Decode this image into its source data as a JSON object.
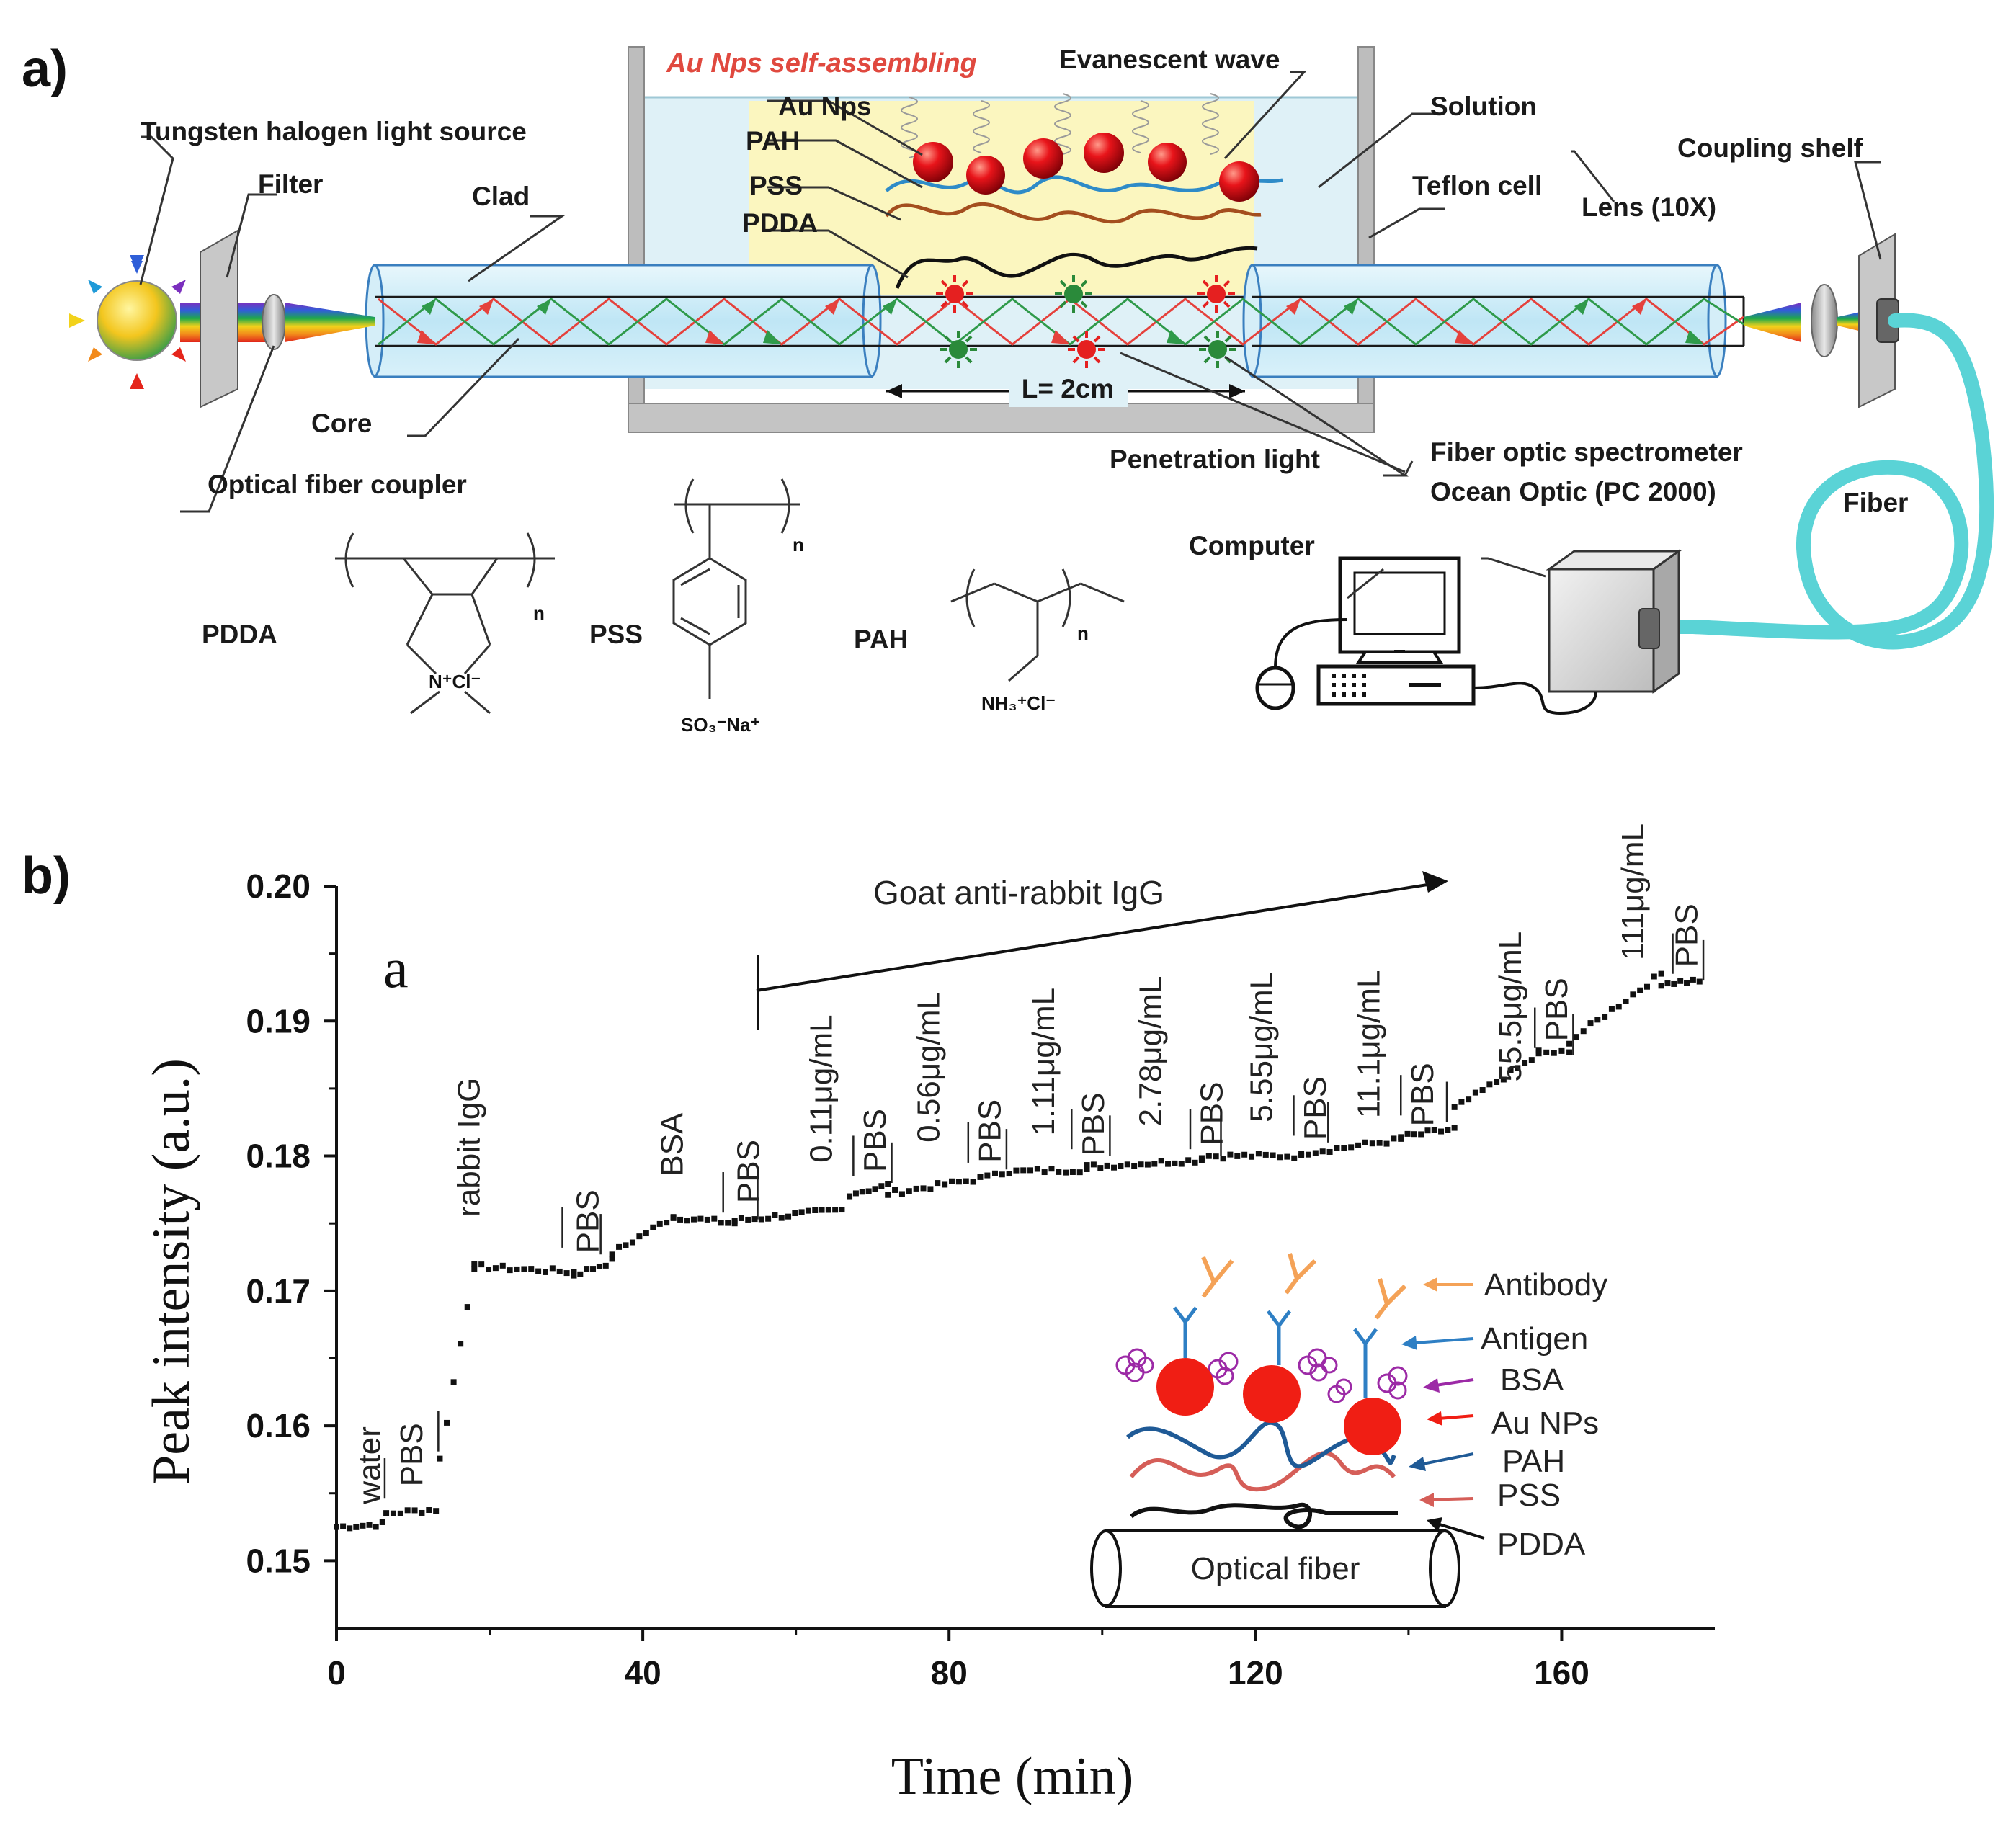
{
  "panel_a": {
    "label": "a)",
    "length_label": "L= 2cm",
    "chem_pdda": "PDDA",
    "chem_pss": "PSS",
    "chem_pah": "PAH",
    "labels": {
      "light_source": "Tungsten halogen light source",
      "filter": "Filter",
      "clad": "Clad",
      "core": "Core",
      "coupler": "Optical fiber coupler",
      "self_assembling": "Au Nps self-assembling",
      "evanescent_wave": "Evanescent wave",
      "au_nps": "Au Nps",
      "pah": "PAH",
      "pss": "PSS",
      "pdda": "PDDA",
      "solution": "Solution",
      "teflon_cell": "Teflon cell",
      "lens": "Lens (10X)",
      "coupling_shelf": "Coupling shelf",
      "penetration_light": "Penetration light",
      "spectrometer_1": "Fiber optic spectrometer",
      "spectrometer_2": "Ocean Optic (PC 2000)",
      "fiber": "Fiber",
      "computer": "Computer"
    }
  },
  "panel_b": {
    "label": "b)"
  },
  "chart_data": {
    "type": "scatter",
    "panel_letter": "a",
    "xlabel": "Time (min)",
    "ylabel": "Peak intensity (a.u.)",
    "xlim": [
      0,
      180
    ],
    "ylim": [
      0.145,
      0.2
    ],
    "xticks": [
      0,
      40,
      80,
      120,
      160
    ],
    "yticks": [
      0.15,
      0.16,
      0.17,
      0.18,
      0.19,
      0.2
    ],
    "ytick_labels": [
      "0.15",
      "0.16",
      "0.17",
      "0.18",
      "0.19",
      "0.20"
    ],
    "trend_label": "Goat anti-rabbit IgG",
    "segments": [
      {
        "x0": 0,
        "x1": 6,
        "y0": 0.1525,
        "y1": 0.1527
      },
      {
        "x0": 6.5,
        "x1": 13,
        "y0": 0.1535,
        "y1": 0.1538
      },
      {
        "x0": 13.5,
        "x1": 18,
        "y0": 0.1575,
        "y1": 0.1718
      },
      {
        "x0": 18,
        "x1": 31,
        "y0": 0.1718,
        "y1": 0.1714
      },
      {
        "x0": 31,
        "x1": 36,
        "y0": 0.1712,
        "y1": 0.1722
      },
      {
        "x0": 36,
        "x1": 44,
        "y0": 0.1728,
        "y1": 0.1755
      },
      {
        "x0": 44,
        "x1": 52,
        "y0": 0.1755,
        "y1": 0.175
      },
      {
        "x0": 52,
        "x1": 66,
        "y0": 0.1752,
        "y1": 0.176
      },
      {
        "x0": 67,
        "x1": 72,
        "y0": 0.1772,
        "y1": 0.1778
      },
      {
        "x0": 72,
        "x1": 85,
        "y0": 0.1772,
        "y1": 0.1784
      },
      {
        "x0": 86,
        "x1": 98,
        "y0": 0.1788,
        "y1": 0.179
      },
      {
        "x0": 98,
        "x1": 113,
        "y0": 0.1792,
        "y1": 0.1797
      },
      {
        "x0": 113,
        "x1": 126,
        "y0": 0.18,
        "y1": 0.18
      },
      {
        "x0": 126,
        "x1": 139,
        "y0": 0.1802,
        "y1": 0.1812
      },
      {
        "x0": 139,
        "x1": 146,
        "y0": 0.1814,
        "y1": 0.182
      },
      {
        "x0": 146,
        "x1": 157,
        "y0": 0.1835,
        "y1": 0.1875
      },
      {
        "x0": 157,
        "x1": 161,
        "y0": 0.1877,
        "y1": 0.1876
      },
      {
        "x0": 161,
        "x1": 173,
        "y0": 0.1885,
        "y1": 0.1935
      },
      {
        "x0": 173,
        "x1": 178,
        "y0": 0.1928,
        "y1": 0.193
      }
    ],
    "annotations": [
      {
        "text": "water",
        "x": 4.0,
        "bx": 6.3,
        "yb": 0.1542,
        "yt": 0.1576,
        "h": 0.0012
      },
      {
        "text": "PBS",
        "x": 9.5,
        "bx": 13.3,
        "yb": 0.1555,
        "yt": 0.1611,
        "h": 0.0003
      },
      {
        "text": "rabbit IgG",
        "x": 17.0,
        "bx": null,
        "yb": 0.1755,
        "yt": null,
        "h": 0
      },
      {
        "text": "PBS",
        "x": 32.5,
        "bx": 29.5,
        "bx2": 34.5,
        "yb": 0.1728,
        "yt": 0.1762,
        "h": 0.0008
      },
      {
        "text": "BSA",
        "x": 43.5,
        "bx": null,
        "yb": 0.1785,
        "yt": null,
        "h": 0
      },
      {
        "text": "PBS",
        "x": 53.5,
        "bx": 50.5,
        "bx2": 55.0,
        "yb": 0.1765,
        "yt": 0.1788,
        "h": 0.0002
      },
      {
        "text": "0.11μg/mL",
        "x": 63.0,
        "bx": null,
        "yb": 0.1795,
        "yt": null,
        "h": 0
      },
      {
        "text": "PBS",
        "x": 70.0,
        "bx": 67.5,
        "bx2": 72.5,
        "yb": 0.1788,
        "yt": 0.1815,
        "h": 0.0004
      },
      {
        "text": "0.56μg/mL",
        "x": 77.0,
        "bx": null,
        "yb": 0.181,
        "yt": null,
        "h": 0
      },
      {
        "text": "PBS",
        "x": 85.0,
        "bx": 82.5,
        "bx2": 87.5,
        "yb": 0.1795,
        "yt": 0.1825,
        "h": 0.0006
      },
      {
        "text": "1.11μg/mL",
        "x": 92.0,
        "bx": null,
        "yb": 0.1815,
        "yt": null,
        "h": 0
      },
      {
        "text": "PBS",
        "x": 98.5,
        "bx": 96.0,
        "bx2": 101.0,
        "yb": 0.18,
        "yt": 0.1835,
        "h": 0.0004
      },
      {
        "text": "2.78μg/mL",
        "x": 106.0,
        "bx": null,
        "yb": 0.1822,
        "yt": null,
        "h": 0
      },
      {
        "text": "PBS",
        "x": 114.0,
        "bx": 111.5,
        "bx2": 115.5,
        "yb": 0.1808,
        "yt": 0.1835,
        "h": 0.0007
      },
      {
        "text": "5.55μg/mL",
        "x": 120.5,
        "bx": null,
        "yb": 0.1825,
        "yt": null,
        "h": 0
      },
      {
        "text": "PBS",
        "x": 127.5,
        "bx": 125.0,
        "bx2": 129.5,
        "yb": 0.1812,
        "yt": 0.1845,
        "h": 0.0004
      },
      {
        "text": "11.1μg/mL",
        "x": 134.5,
        "bx": null,
        "yb": 0.1828,
        "yt": null,
        "h": 0
      },
      {
        "text": "PBS",
        "x": 141.5,
        "bx": 139.0,
        "bx2": 145.0,
        "yb": 0.1822,
        "yt": 0.186,
        "h": 0.0006
      },
      {
        "text": "55.5μg/mL",
        "x": 153.0,
        "bx": null,
        "yb": 0.1855,
        "yt": null,
        "h": 0
      },
      {
        "text": "PBS",
        "x": 159.0,
        "bx": 156.5,
        "bx2": 161.5,
        "yb": 0.1885,
        "yt": 0.191,
        "h": 0.0008
      },
      {
        "text": "111μg/mL",
        "x": 169.0,
        "bx": null,
        "yb": 0.1945,
        "yt": null,
        "h": 0
      },
      {
        "text": "PBS",
        "x": 176.0,
        "bx": 174.5,
        "bx2": 178.5,
        "yb": 0.194,
        "yt": 0.1965,
        "h": 0.0004
      }
    ],
    "inset": {
      "antibody": "Antibody",
      "antigen": "Antigen",
      "bsa": "BSA",
      "au_nps": "Au NPs",
      "pah": "PAH",
      "pss": "PSS",
      "pdda": "PDDA",
      "optical_fiber": "Optical fiber"
    }
  }
}
